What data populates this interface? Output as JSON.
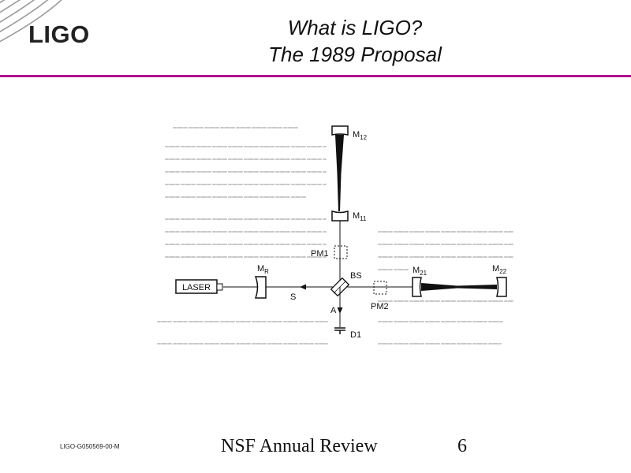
{
  "header": {
    "logo_text": "LIGO",
    "title_line1": "What is LIGO?",
    "title_line2": "The 1989 Proposal"
  },
  "diagram": {
    "labels": {
      "m12": "M",
      "m12_sub": "12",
      "m11": "M",
      "m11_sub": "11",
      "pm1": "PM1",
      "mr": "M",
      "mr_sub": "R",
      "laser": "LASER",
      "bs": "BS",
      "s": "S",
      "a": "A",
      "pm2": "PM2",
      "m21": "M",
      "m21_sub": "21",
      "m22": "M",
      "m22_sub": "22",
      "d1": "D1"
    }
  },
  "footer": {
    "doc_id": "LIGO-G050569-00-M",
    "center_text": "NSF Annual Review",
    "page_number": "6"
  },
  "colors": {
    "rule": "#b0118e",
    "text": "#111111"
  }
}
